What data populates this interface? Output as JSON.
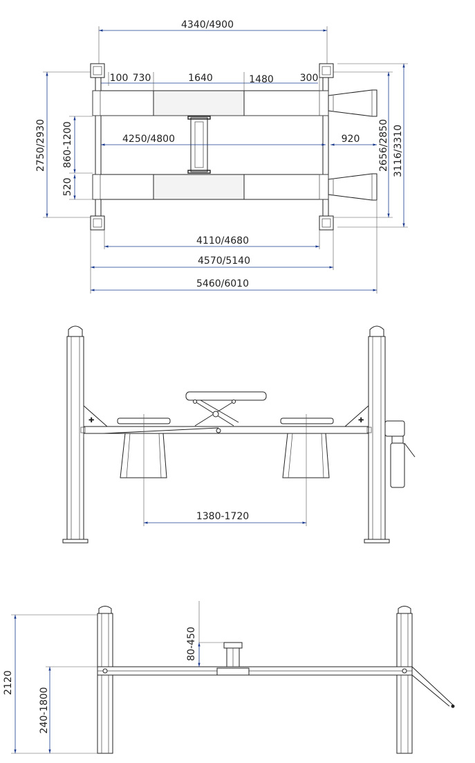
{
  "top_view": {
    "dims": {
      "column_spacing": "4340/4900",
      "offset_a": "100",
      "offset_b": "730",
      "runway_pad_len": "1640",
      "rear_gap": "1480",
      "end_offset": "300",
      "inner_length": "4250/4800",
      "ramp_len": "920",
      "track_width": "860-1200",
      "runway_width": "520",
      "overall_width": "2750/2930",
      "ramp_width": "2656/2850",
      "outer_width": "3116/3310",
      "base_length": "4110/4680",
      "frame_length": "4570/5140",
      "overall_length": "5460/6010"
    }
  },
  "front_view": {
    "dims": {
      "jack_spacing": "1380-1720"
    }
  },
  "side_view": {
    "dims": {
      "total_height": "2120",
      "lift_height": "240-1800",
      "jack_travel": "80-450"
    }
  }
}
